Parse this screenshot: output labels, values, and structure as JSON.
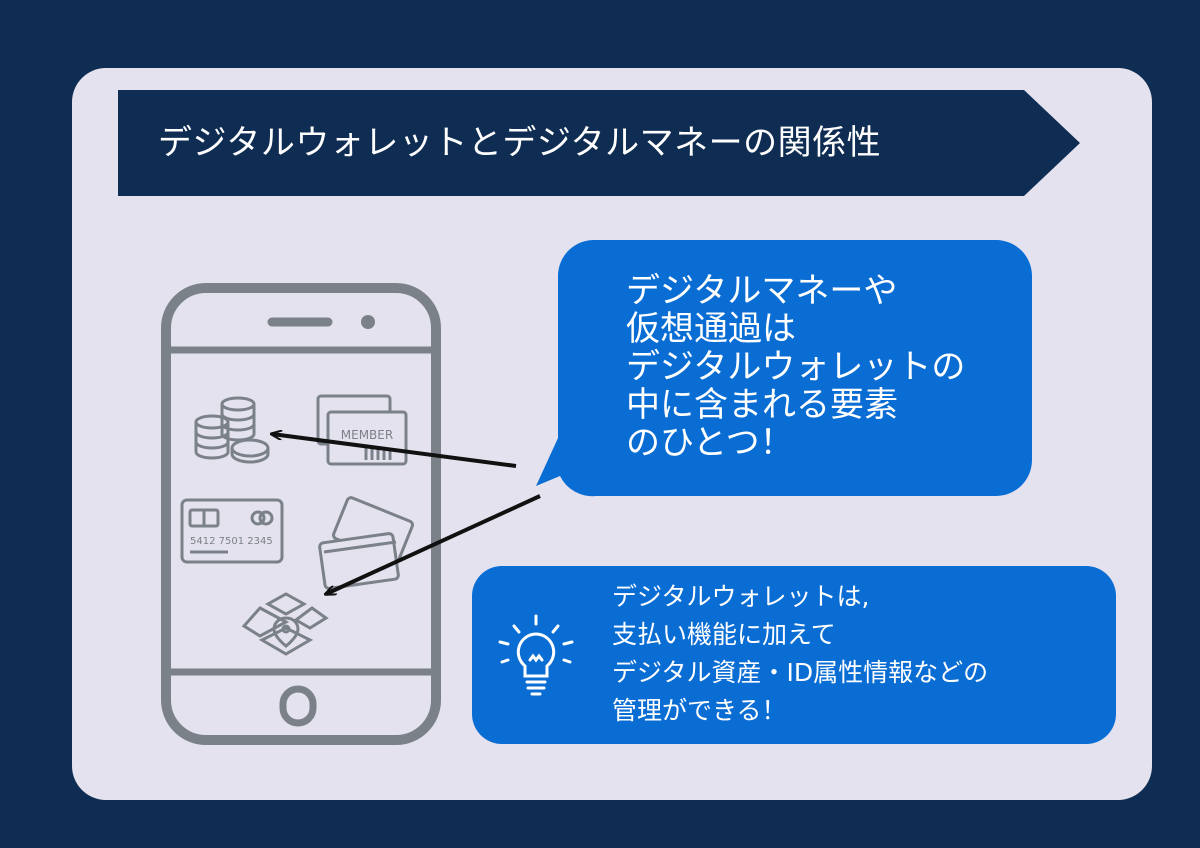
{
  "banner": {
    "title": "デジタルウォレットとデジタルマネーの関係性"
  },
  "speech_bubble": {
    "lines": [
      "デジタルマネーや",
      "仮想通過は",
      "デジタルウォレットの",
      "中に含まれる要素",
      "のひとつ！"
    ]
  },
  "phone": {
    "icons": [
      "coins-stack-icon",
      "member-card-icon",
      "credit-card-icon",
      "cards-stack-icon",
      "location-map-icon"
    ],
    "member_card_label": "MEMBER",
    "credit_card_number": "5412 7501 2345"
  },
  "info_box": {
    "icon": "lightbulb-icon",
    "lines": [
      "デジタルウォレットは,",
      "支払い機能に加えて",
      "デジタル資産・ID属性情報などの",
      "管理ができる！"
    ]
  },
  "colors": {
    "background": "#0f2d52",
    "card": "#e4e2ee",
    "banner": "#0f2d52",
    "bubble": "#0a6dd4",
    "icon_gray": "#7b8189"
  }
}
